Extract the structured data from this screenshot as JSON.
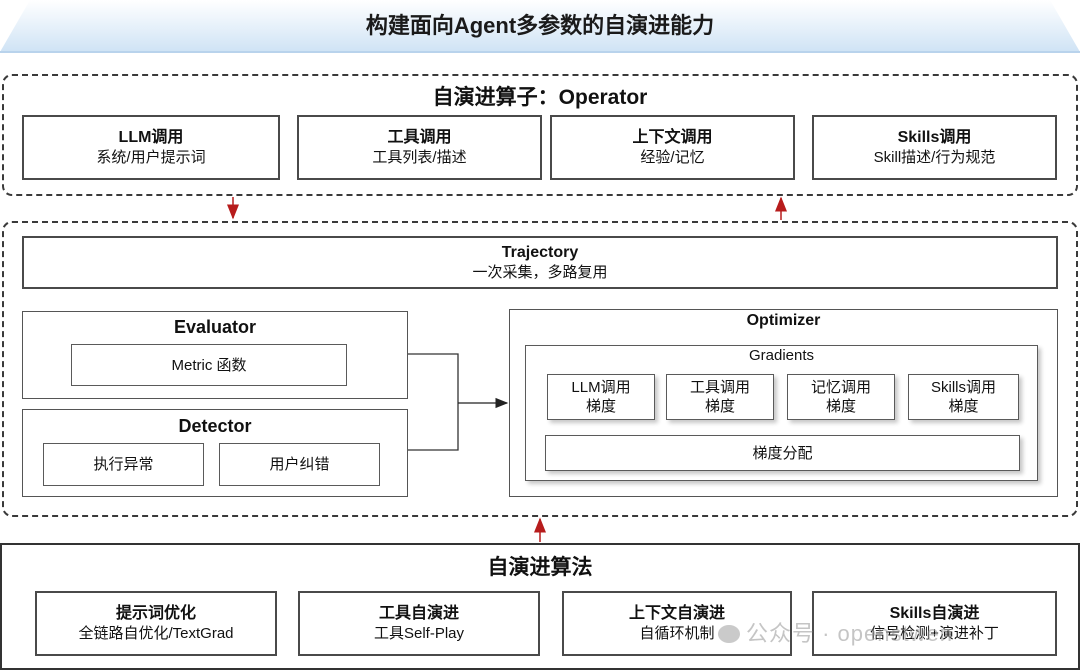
{
  "page_title": "构建面向Agent多参数的自演进能力",
  "operator": {
    "title": "自演进算子：Operator",
    "cards": [
      {
        "title": "LLM调用",
        "subtitle": "系统/用户提示词"
      },
      {
        "title": "工具调用",
        "subtitle": "工具列表/描述"
      },
      {
        "title": "上下文调用",
        "subtitle": "经验/记忆"
      },
      {
        "title": "Skills调用",
        "subtitle": "Skill描述/行为规范"
      }
    ]
  },
  "trajectory": {
    "title": "Trajectory",
    "subtitle": "一次采集，多路复用"
  },
  "evaluator": {
    "title": "Evaluator",
    "metric": "Metric 函数"
  },
  "detector": {
    "title": "Detector",
    "items": [
      "执行异常",
      "用户纠错"
    ]
  },
  "optimizer": {
    "title": "Optimizer",
    "gradients_title": "Gradients",
    "gradients": [
      {
        "line1": "LLM调用",
        "line2": "梯度"
      },
      {
        "line1": "工具调用",
        "line2": "梯度"
      },
      {
        "line1": "记忆调用",
        "line2": "梯度"
      },
      {
        "line1": "Skills调用",
        "line2": "梯度"
      }
    ],
    "allocation": "梯度分配"
  },
  "algorithm": {
    "title": "自演进算法",
    "cards": [
      {
        "title": "提示词优化",
        "subtitle": "全链路自优化/TextGrad"
      },
      {
        "title": "工具自演进",
        "subtitle": "工具Self-Play"
      },
      {
        "title": "上下文自演进",
        "subtitle": "自循环机制"
      },
      {
        "title": "Skills自演进",
        "subtitle": "信号检测+演进补丁"
      }
    ]
  },
  "watermark": "公众号 · openstwen",
  "colors": {
    "arrow_red": "#b71c1c",
    "banner_light": "#e6f1fb",
    "banner_mid": "#bcd9f0"
  }
}
